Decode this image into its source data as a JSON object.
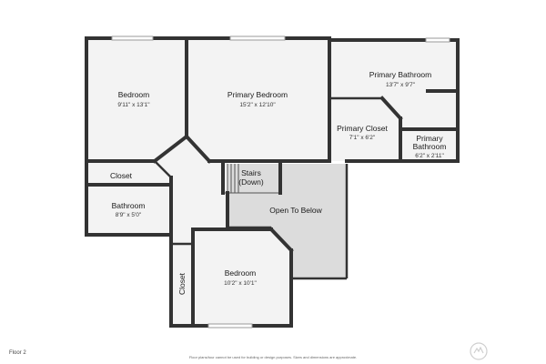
{
  "rooms": {
    "bedroom_1": {
      "name": "Bedroom",
      "dims": "9'11\" x 13'1\""
    },
    "primary_bedroom": {
      "name": "Primary Bedroom",
      "dims": "15'2\" x 12'10\""
    },
    "primary_bathroom": {
      "name": "Primary Bathroom",
      "dims": "13'7\" x 9'7\""
    },
    "primary_closet": {
      "name": "Primary Closet",
      "dims": "7'1\" x 6'2\""
    },
    "primary_bathroom_small": {
      "name_line1": "Primary",
      "name_line2": "Bathroom",
      "dims": "6'2\" x 2'11\""
    },
    "closet_1": {
      "name": "Closet"
    },
    "stairs": {
      "line1": "Stairs",
      "line2": "(Down)"
    },
    "open_to_below": {
      "name": "Open To Below"
    },
    "bathroom": {
      "name": "Bathroom",
      "dims": "8'9\" x 5'0\""
    },
    "bedroom_2": {
      "name": "Bedroom",
      "dims": "10'2\" x 10'1\""
    },
    "closet_2": {
      "name": "Closet"
    }
  },
  "footer": {
    "floor_label": "Floor 2",
    "disclaimer": "Floor plans/tour cannot be used for building or design purposes. Sizes and dimensions are approximate."
  },
  "colors": {
    "wall": "#333333",
    "floor": "#f3f3f3",
    "open_below": "#dcdcdc"
  }
}
